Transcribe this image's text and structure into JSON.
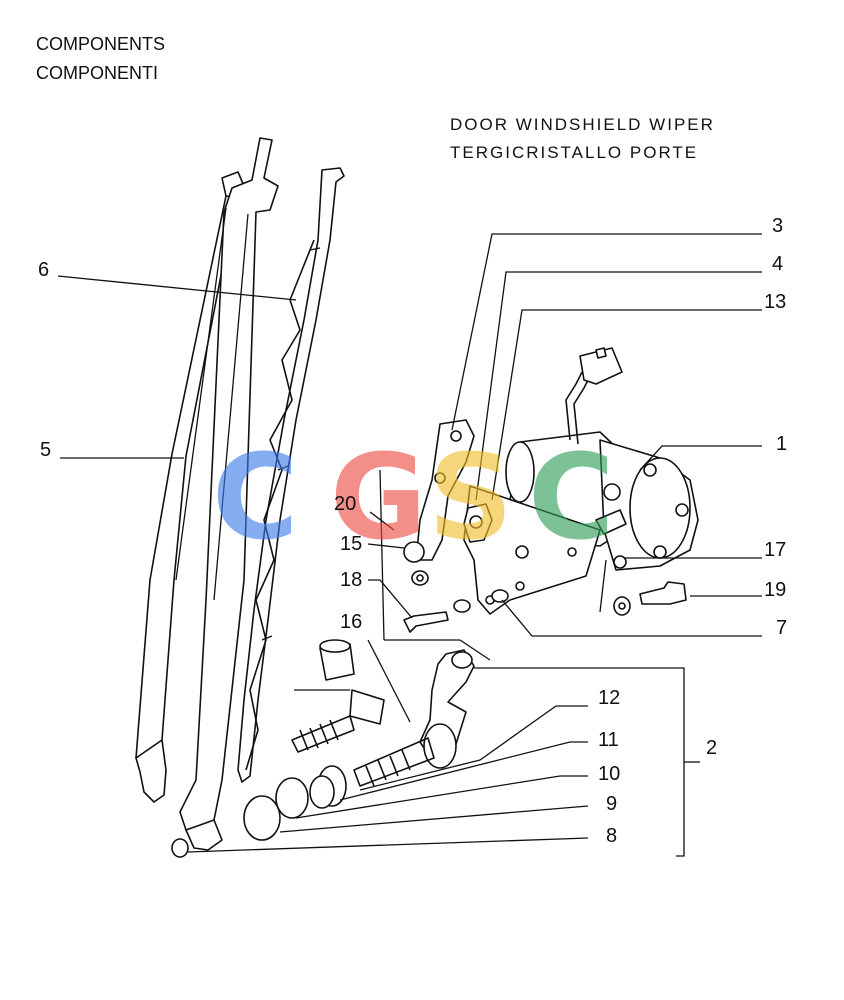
{
  "header": {
    "line1": "COMPONENTS",
    "line2": "COMPONENTI"
  },
  "title": {
    "line1": "DOOR WINDSHIELD WIPER",
    "line2": "TERGICRISTALLO PORTE"
  },
  "callouts": {
    "c1": "1",
    "c2": "2",
    "c3": "3",
    "c4": "4",
    "c5": "5",
    "c6": "6",
    "c7": "7",
    "c8": "8",
    "c9": "9",
    "c10": "10",
    "c11": "11",
    "c12": "12",
    "c13": "13",
    "c15": "15",
    "c16": "16",
    "c17": "17",
    "c18": "18",
    "c19": "19",
    "c20": "20"
  },
  "watermark": {
    "letters": [
      "C",
      "G",
      "S",
      "C"
    ],
    "colors": [
      "#3b7be6",
      "#ee4a40",
      "#f2be2b",
      "#2e9e58"
    ]
  }
}
